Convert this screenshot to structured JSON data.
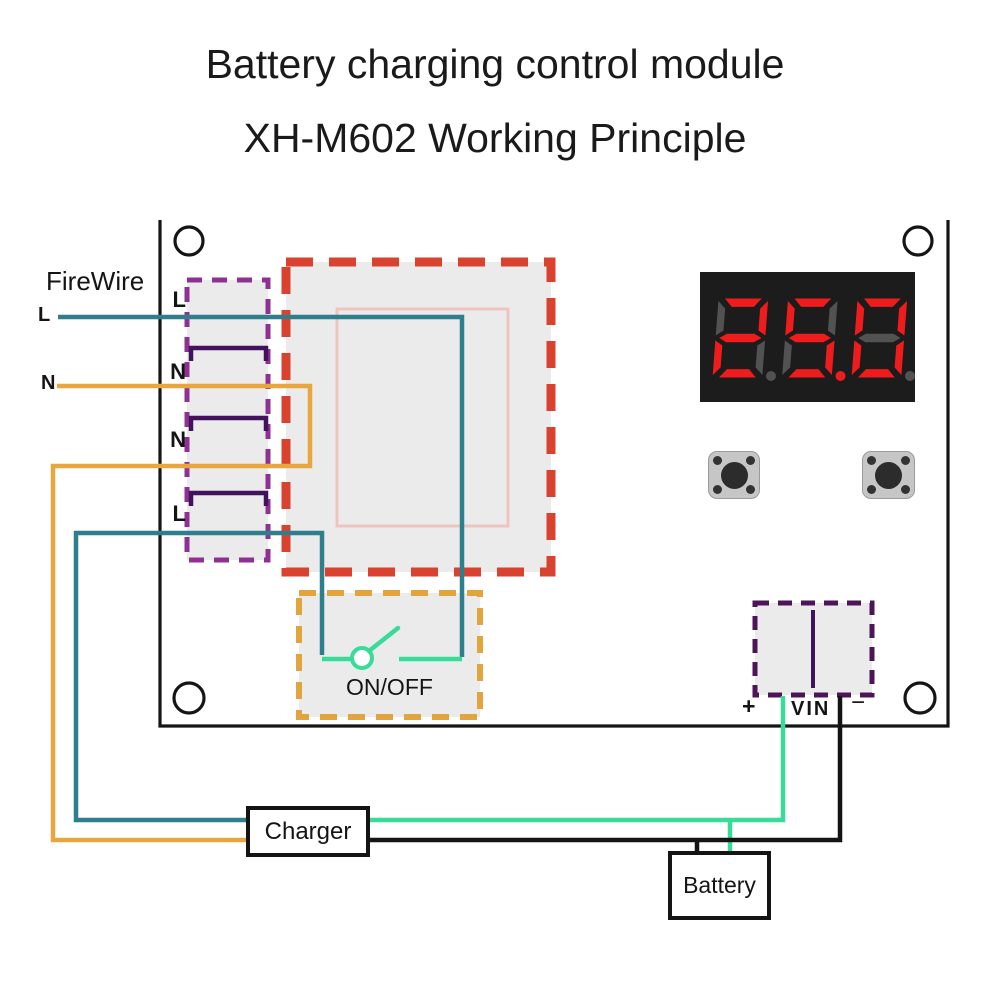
{
  "title": {
    "line1": "Battery charging control module",
    "line2": "XH-M602 Working Principle"
  },
  "module": {
    "firewire_label": "FireWire",
    "mains": {
      "live": "L",
      "neutral": "N"
    },
    "terminal_labels": [
      "L",
      "N",
      "N",
      "L"
    ],
    "switch_label": "ON/OFF",
    "vin": {
      "plus": "+",
      "label": "VIN",
      "minus": "−"
    },
    "display": {
      "value": "25.0",
      "digits": [
        {
          "char": "2",
          "dp_lit": false
        },
        {
          "char": "5",
          "dp_lit": true
        },
        {
          "char": "0",
          "dp_lit": false
        }
      ]
    }
  },
  "external": {
    "charger_label": "Charger",
    "battery_label": "Battery"
  },
  "colors": {
    "wire_teal": "#2e7e8e",
    "wire_orange": "#e8a73e",
    "wire_green": "#38dc98",
    "wire_black": "#141414",
    "red_box": "#d8422e",
    "purple_box": "#8e3193",
    "purple_dark": "#42125c",
    "orange_box": "#e2a43c",
    "vin_purple": "#4d1458",
    "module_fill": "#ebebeb",
    "coil_pink": "#eec4bd",
    "board_line": "#151515",
    "display_bg": "#1c1c1c",
    "display_lit": "#ee1c1c",
    "display_unlit": "#525252"
  }
}
